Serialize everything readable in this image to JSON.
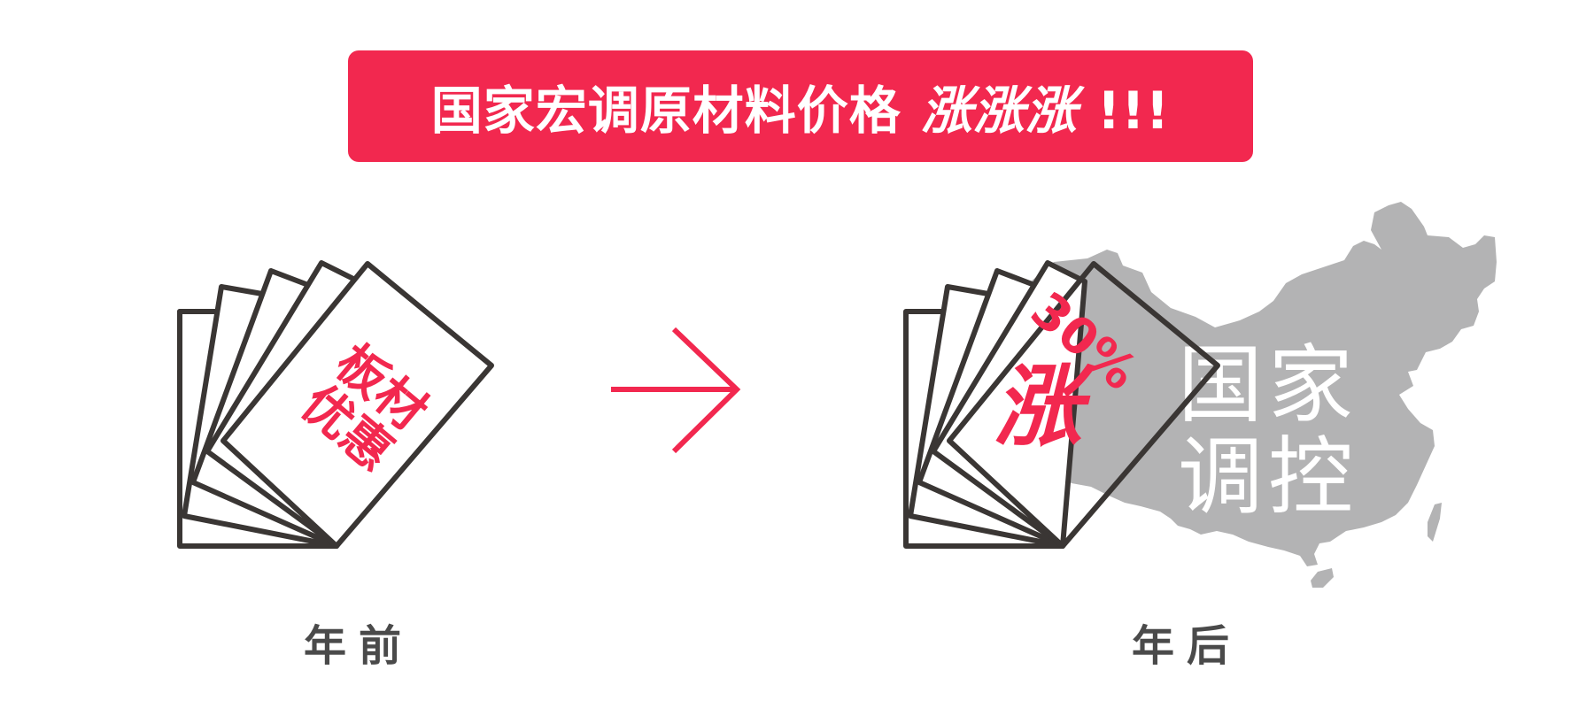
{
  "banner": {
    "title_main": "国家宏调原材料价格",
    "title_emphasis": "涨涨涨",
    "title_bang": "!!!",
    "bg_color": "#f2284f",
    "text_color": "#ffffff"
  },
  "before": {
    "card_text_line1": "板材",
    "card_text_line2": "优惠",
    "label": "年前"
  },
  "arrow": {
    "icon": "arrow-right-icon",
    "color": "#f2284f"
  },
  "after": {
    "card_text_percent": "30%",
    "card_text_rise": "涨",
    "map_text_line1_a": "国",
    "map_text_line1_b": "家",
    "map_text_line2_a": "调",
    "map_text_line2_b": "控",
    "map_icon": "china-map-icon",
    "label": "年后"
  },
  "colors": {
    "accent": "#f2284f",
    "card_stroke": "#3a3634",
    "map_fill": "#b3b3b4",
    "label_text": "#4a4a4a",
    "map_text": "#ffffff"
  }
}
